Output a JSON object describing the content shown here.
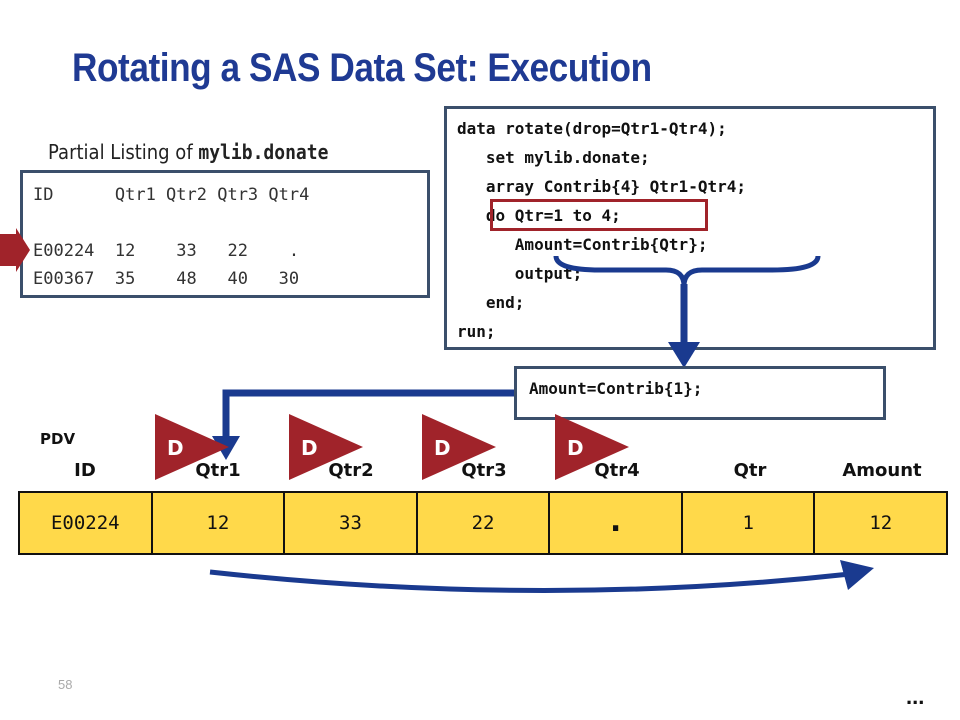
{
  "slide": {
    "title": "Rotating a SAS Data Set: Execution",
    "page_number": "58",
    "more_indicator": "..."
  },
  "listing": {
    "caption_prefix": "Partial Listing of ",
    "caption_dataset": "mylib.donate",
    "header_line": "ID      Qtr1 Qtr2 Qtr3 Qtr4",
    "rows": [
      "E00224  12    33   22    .",
      "E00367  35    48   40   30"
    ]
  },
  "program": {
    "lines": [
      "data rotate(drop=Qtr1-Qtr4);",
      "   set mylib.donate;",
      "   array Contrib{4} Qtr1-Qtr4;",
      "   do Qtr=1 to 4;",
      "      Amount=Contrib{Qtr};",
      "      output;",
      "   end;",
      "run;"
    ]
  },
  "execution": {
    "resolved_statement": "Amount=Contrib{1};"
  },
  "pdv": {
    "label": "PDV",
    "drop_flag": "D",
    "columns": [
      "ID",
      "Qtr1",
      "Qtr2",
      "Qtr3",
      "Qtr4",
      "Qtr",
      "Amount"
    ],
    "values": [
      "E00224",
      "12",
      "33",
      "22",
      ".",
      "1",
      "12"
    ]
  },
  "colors": {
    "title": "#1f3a93",
    "box_border": "#3b4f6b",
    "highlight_border": "#a0232a",
    "pdv_fill": "#ffd94a",
    "arrow": "#1a3a8f",
    "drop_flag": "#a0232a",
    "pointer": "#a0232a"
  }
}
